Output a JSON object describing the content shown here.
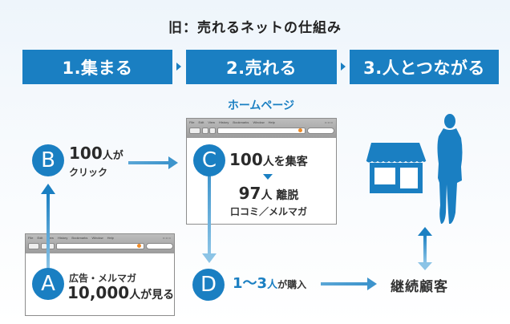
{
  "title": "旧：売れるネットの仕組み",
  "steps": [
    {
      "label": "1.集まる"
    },
    {
      "label": "2.売れる"
    },
    {
      "label": "3.人とつながる"
    }
  ],
  "homepage_label": "ホームページ",
  "browser_chrome": {
    "menu_items": [
      "File",
      "Edit",
      "View",
      "History",
      "Bookmarks",
      "Window",
      "Help"
    ],
    "window_buttons": "▫▫▫"
  },
  "nodes": {
    "A": {
      "letter": "A",
      "line1": "広告・メルマガ",
      "line2_number": "10,000",
      "line2_suffix": "人が見る"
    },
    "B": {
      "letter": "B",
      "line1_number": "100",
      "line1_suffix": "人が",
      "line2": "クリック"
    },
    "C": {
      "letter": "C",
      "line1_number": "100",
      "line1_suffix": "人を集客",
      "line2_number": "97",
      "line2_suffix": "人 離脱",
      "line3": "口コミ／メルマガ"
    },
    "D": {
      "letter": "D",
      "number": "1〜3",
      "unit": "人",
      "suffix": "が購入"
    }
  },
  "outcome": {
    "label": "継続顧客"
  },
  "icons": {
    "store": "store-icon",
    "person": "person-silhouette-icon"
  },
  "colors": {
    "accent": "#1a7fc2",
    "arrow_light": "#8cc4e6",
    "text": "#2a2a2a"
  }
}
